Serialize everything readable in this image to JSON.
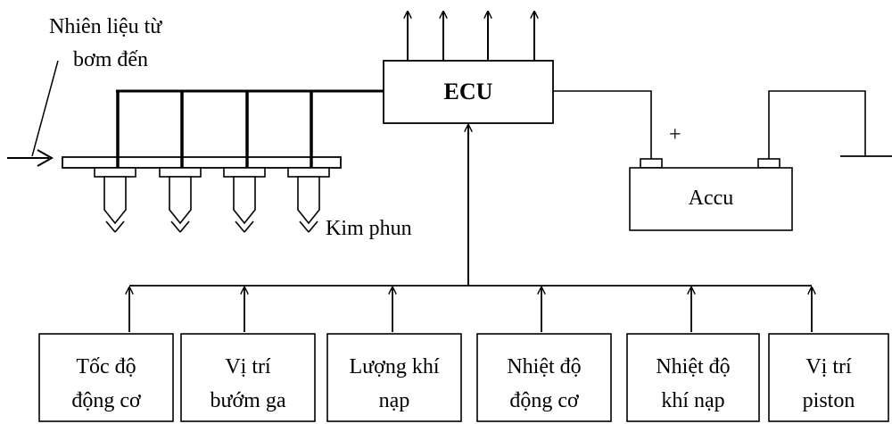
{
  "labels": {
    "fuel_in_line1": "Nhiên liệu từ",
    "fuel_in_line2": "bơm  đến",
    "ecu": "ECU",
    "plus": "+",
    "accu": "Accu",
    "injector": "Kim phun"
  },
  "sensors": [
    {
      "line1": "Tốc độ",
      "line2": "động cơ"
    },
    {
      "line1": "Vị trí",
      "line2": "bướm ga"
    },
    {
      "line1": "Lượng khí",
      "line2": "nạp"
    },
    {
      "line1": "Nhiệt độ",
      "line2": "động cơ"
    },
    {
      "line1": "Nhiệt độ",
      "line2": "khí nạp"
    },
    {
      "line1": "Vị trí",
      "line2": "piston"
    }
  ]
}
